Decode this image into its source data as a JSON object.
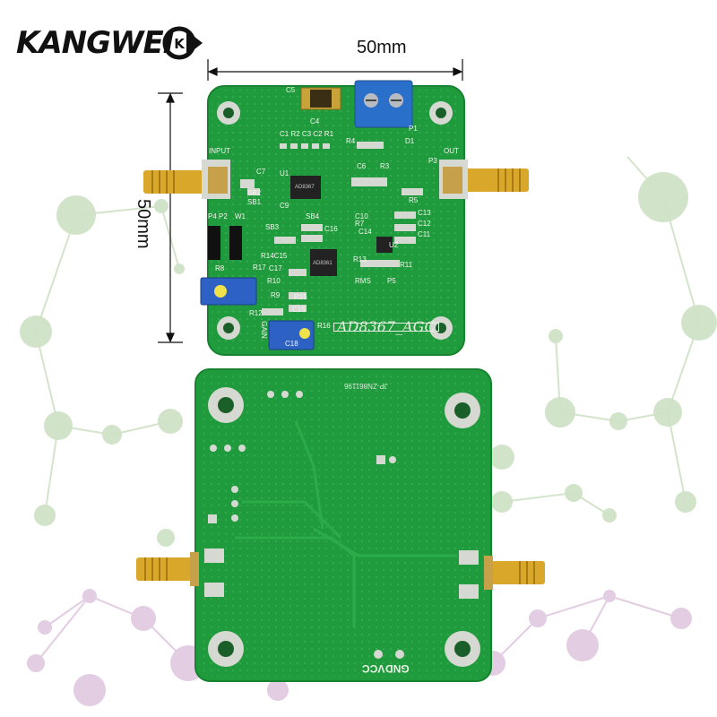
{
  "brand": {
    "name": "KANGWEI",
    "logo_letters": "K"
  },
  "dimensions": {
    "width_label": "50mm",
    "height_label": "50mm"
  },
  "board_front": {
    "title": "AD8367_AGC",
    "labels": {
      "input": "INPUT",
      "out": "OUT",
      "p3": "P3",
      "p1": "P1",
      "p4p2": "P4 P2",
      "w1": "W1",
      "c5": "C5",
      "c4": "C4",
      "r4": "R4",
      "d1": "D1",
      "c1r2c3c2r1": "C1 R2 C3 C2 R1",
      "c7": "C7",
      "u1": "U1",
      "sb2": "SB2",
      "sb1": "SB1",
      "c9": "C9",
      "sb3": "SB3",
      "sb4": "SB4",
      "c6": "C6",
      "r3": "R3",
      "r5": "R5",
      "c10": "C10",
      "r7": "R7",
      "c14": "C14",
      "c13": "C13",
      "c12": "C12",
      "c11": "C11",
      "u2": "U2",
      "r13": "R13",
      "r11": "R11",
      "rms": "RMS",
      "p5": "P5",
      "r8": "R8",
      "r14c15": "R14C15",
      "r17": "R17",
      "c16": "C16",
      "c17": "C17",
      "r10": "R10",
      "r9": "R9",
      "r15": "R15",
      "c19": "C19",
      "r12": "R12",
      "r16": "R16",
      "gain": "GAIN",
      "c18": "C18",
      "chip_u1": "AD8367",
      "chip_u3": "AD8361"
    }
  },
  "board_back": {
    "code": "JP-ZN861196",
    "gnd": "GND",
    "vcc": "VCC"
  },
  "colors": {
    "pcb": "#1f9a3c",
    "pcb_edge": "#17822f",
    "pad": "#d6d9d2",
    "gold": "#d9a82a",
    "terminal": "#2a6fc9",
    "pot": "#2d62c4",
    "net_green": "#bfd8b0",
    "net_purple": "#d8bfd9"
  }
}
